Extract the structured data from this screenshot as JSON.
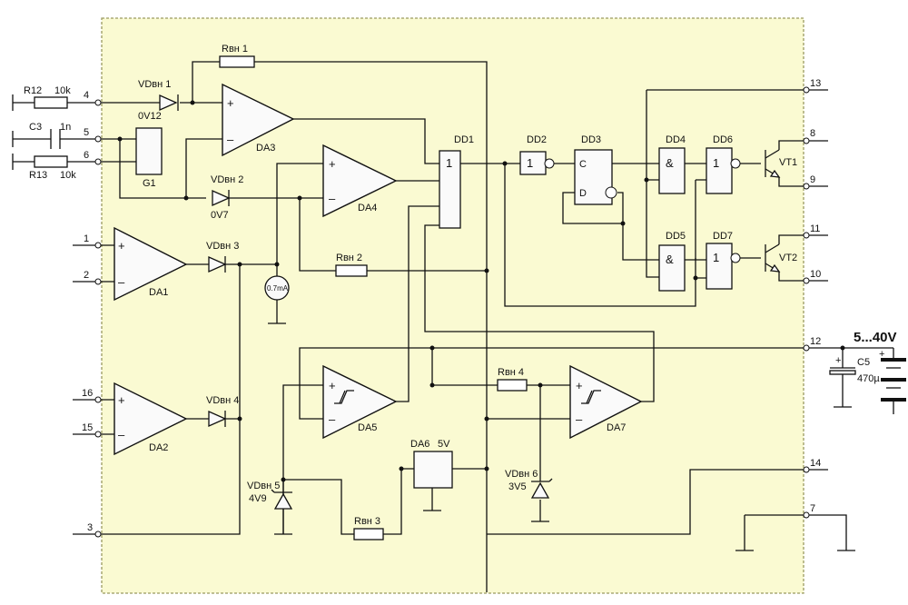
{
  "colors": {
    "chip_body": "#fafad2",
    "chip_border": "#9a9a60",
    "wire": "#111111"
  },
  "pins": {
    "p1": "1",
    "p2": "2",
    "p3": "3",
    "p4": "4",
    "p5": "5",
    "p6": "6",
    "p7": "7",
    "p8": "8",
    "p9": "9",
    "p10": "10",
    "p11": "11",
    "p12": "12",
    "p13": "13",
    "p14": "14",
    "p15": "15",
    "p16": "16"
  },
  "external": {
    "r12": "R12",
    "r12_val": "10k",
    "c3": "C3",
    "c3_val": "1n",
    "r13": "R13",
    "r13_val": "10k",
    "supply": "5...40V",
    "c5": "C5",
    "c5_val": "470µ"
  },
  "internal": {
    "rvn1": "Rвн 1",
    "rvn2": "Rвн 2",
    "rvn3": "Rвн 3",
    "rvn4": "Rвн 4",
    "vdvn1": "VDвн 1",
    "vdvn1_v": "0V12",
    "vdvn2": "VDвн 2",
    "vdvn2_v": "0V7",
    "vdvn3": "VDвн 3",
    "vdvn4": "VDвн 4",
    "vdvn5": "VDвн 5",
    "vdvn5_v": "4V9",
    "vdvn6": "VDвн 6",
    "vdvn6_v": "3V5",
    "g1": "G1",
    "da1": "DA1",
    "da2": "DA2",
    "da3": "DA3",
    "da4": "DA4",
    "da5": "DA5",
    "da6": "DA6",
    "da6_v": "5V",
    "da7": "DA7",
    "dd1": "DD1",
    "dd2": "DD2",
    "dd3": "DD3",
    "dd4": "DD4",
    "dd5": "DD5",
    "dd6": "DD6",
    "dd7": "DD7",
    "vt1": "VT1",
    "vt2": "VT2",
    "cs": "0.7mA",
    "one": "1",
    "and": "&",
    "c_in": "C",
    "d_in": "D",
    "plus": "+",
    "minus": "–"
  }
}
